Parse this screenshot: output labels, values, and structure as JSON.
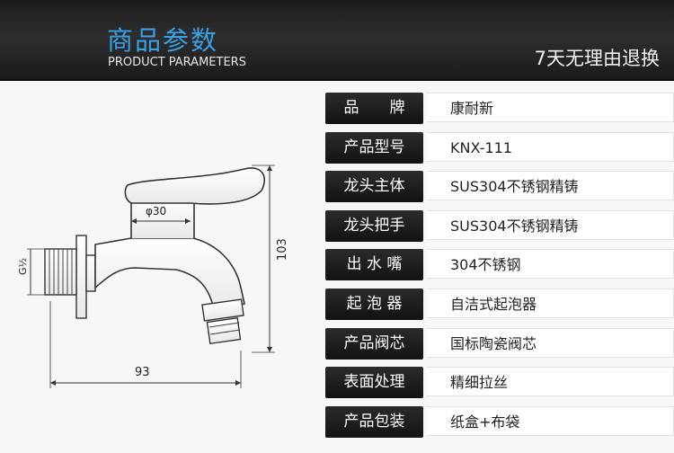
{
  "header": {
    "title_cn": "商品参数",
    "title_en": "PRODUCT PARAMETERS",
    "slogan": "7天无理由退换"
  },
  "diagram": {
    "dim_diameter": "φ30",
    "dim_thread": "G½",
    "dim_height": "103",
    "dim_length": "93"
  },
  "params": [
    {
      "label": "品　　牌",
      "value": "康耐新"
    },
    {
      "label": "产品型号",
      "value": "KNX-111"
    },
    {
      "label": "龙头主体",
      "value": "SUS304不锈钢精铸"
    },
    {
      "label": "龙头把手",
      "value": "SUS304不锈钢精铸"
    },
    {
      "label": "出 水 嘴",
      "value": "304不锈钢"
    },
    {
      "label": "起 泡 器",
      "value": "自洁式起泡器"
    },
    {
      "label": "产品阀芯",
      "value": "国标陶瓷阀芯"
    },
    {
      "label": "表面处理",
      "value": "精细拉丝"
    },
    {
      "label": "产品包装",
      "value": "纸盒+布袋"
    }
  ]
}
